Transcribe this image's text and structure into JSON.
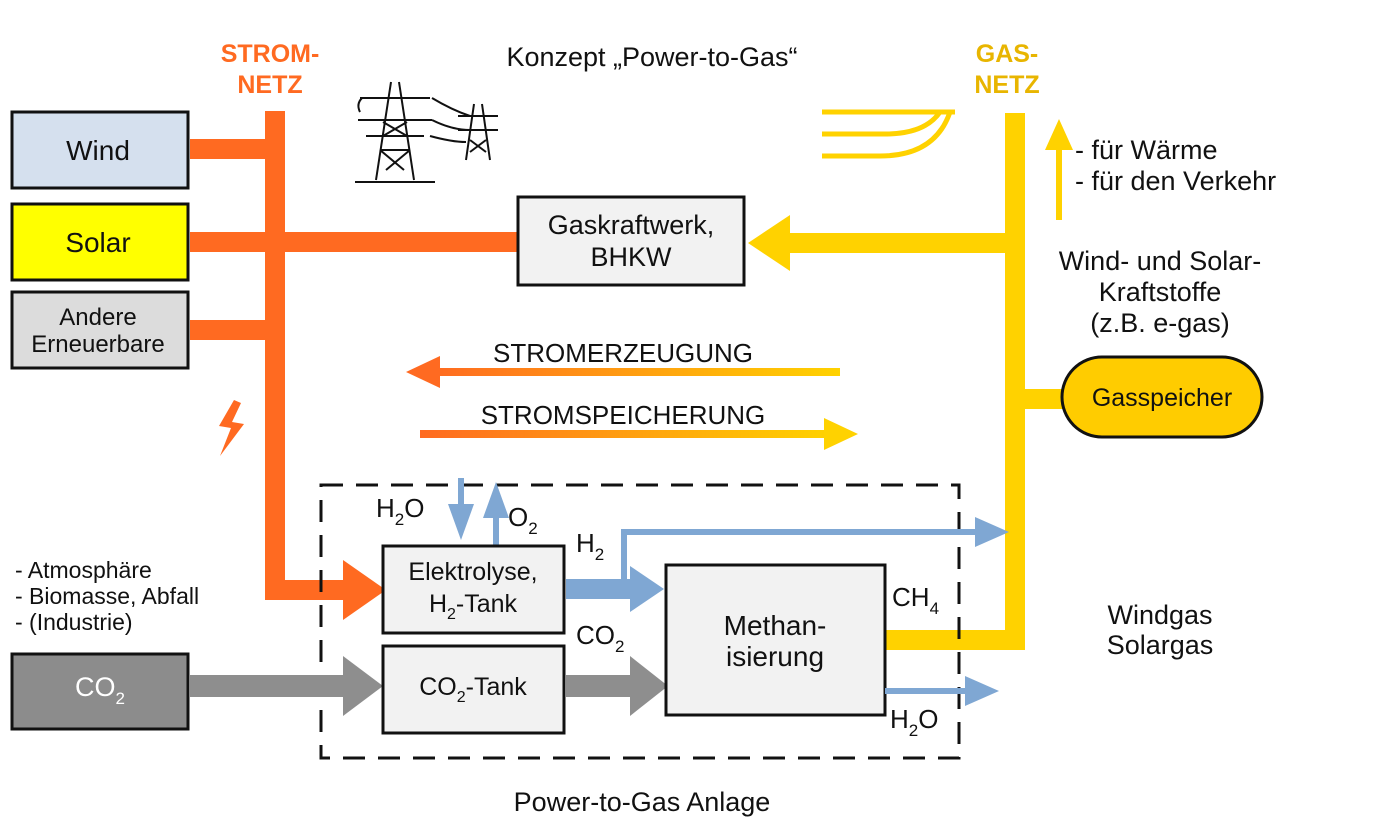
{
  "title": "Konzept „Power-to-Gas“",
  "colors": {
    "strom": "#FF6A21",
    "gas": "#FFD200",
    "gas_label": "#E8B500",
    "blue": "#7FA7D3",
    "grey_arrow": "#8E8E8E",
    "wind_box": "#D5E0EE",
    "solar_box": "#FFFF00",
    "andere_box": "#DCDCDC",
    "co2_box": "#8C8C8C",
    "plant_box": "#F2F2F2",
    "gasspeicher": "#FFCC00"
  },
  "stromnetz": {
    "line1": "STROM-",
    "line2": "NETZ"
  },
  "gasnetz": {
    "line1": "GAS-",
    "line2": "NETZ"
  },
  "sources": {
    "wind": "Wind",
    "solar": "Solar",
    "andere_line1": "Andere",
    "andere_line2": "Erneuerbare"
  },
  "gaskraftwerk": {
    "line1": "Gaskraftwerk,",
    "line2": "BHKW"
  },
  "uses": {
    "line1": "- für Wärme",
    "line2": "- für den Verkehr"
  },
  "kraftstoffe": {
    "line1": "Wind- und Solar-",
    "line2": "Kraftstoffe",
    "line3": "(z.B. e-gas)"
  },
  "gasspeicher": "Gasspeicher",
  "flows": {
    "stromerzeugung": "STROMERZEUGUNG",
    "stromspeicherung": "STROMSPEICHERUNG"
  },
  "co2_sources": {
    "line1": "- Atmosphäre",
    "line2": "- Biomasse, Abfall",
    "line3": "- (Industrie)"
  },
  "co2_box": {
    "main": "CO",
    "sub": "2"
  },
  "elektrolyse": {
    "line1": "Elektrolyse,",
    "line2_a": "H",
    "line2_sub": "2",
    "line2_b": "-Tank"
  },
  "co2_tank": {
    "a": "CO",
    "sub": "2",
    "b": "-Tank"
  },
  "methanisierung": {
    "line1": "Methan-",
    "line2": "isierung"
  },
  "chem": {
    "h2o_in": {
      "main": "H",
      "sub": "2",
      "tail": "O"
    },
    "o2_out": {
      "main": "O",
      "sub": "2"
    },
    "h2": {
      "main": "H",
      "sub": "2"
    },
    "co2": {
      "main": "CO",
      "sub": "2"
    },
    "ch4": {
      "main": "CH",
      "sub": "4"
    },
    "h2o_out": {
      "main": "H",
      "sub": "2",
      "tail": "O"
    }
  },
  "windgas": {
    "line1": "Windgas",
    "line2": "Solargas"
  },
  "anlage_label": "Power-to-Gas Anlage",
  "icons": {
    "pylons": "power-pylon-icon",
    "gas_pipes": "gas-pipe-icon",
    "lightning": "lightning-icon"
  }
}
